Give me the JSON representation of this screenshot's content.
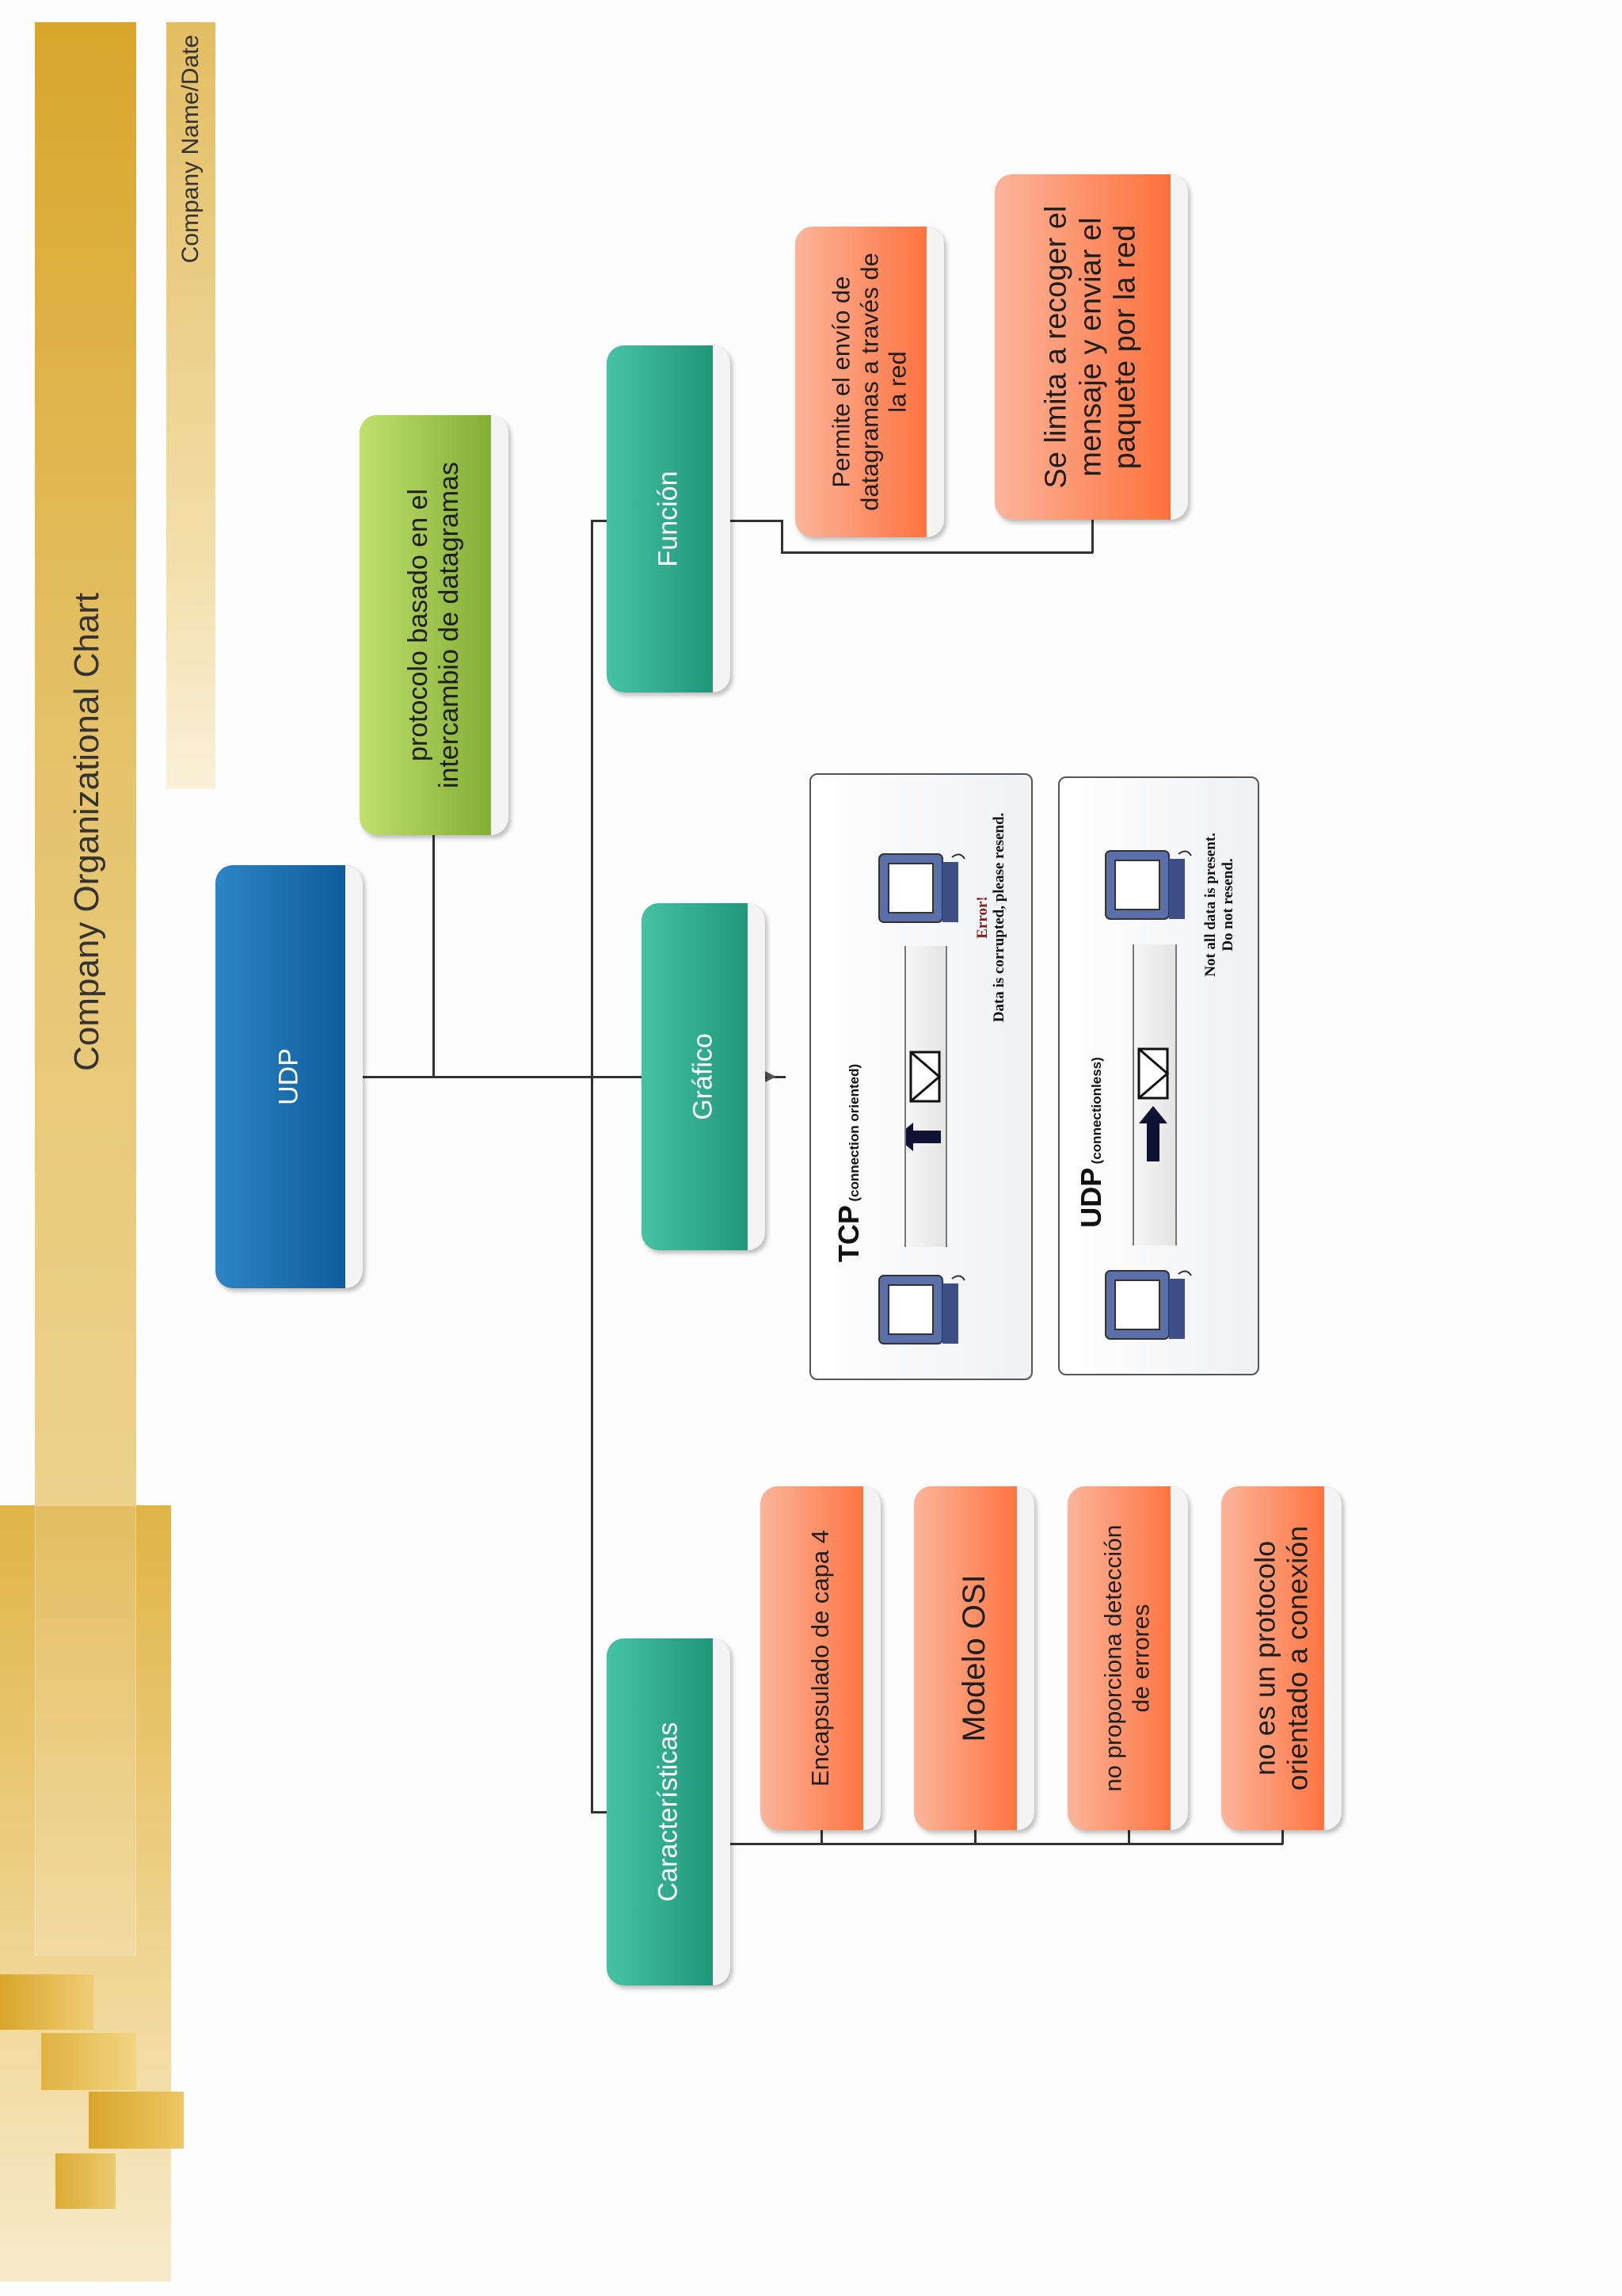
{
  "header": {
    "title": "Company Organizational Chart",
    "company_date": "Company Name/Date"
  },
  "nodes": {
    "root": "UDP",
    "definition": "protocolo basado en el intercambio de datagramas",
    "caracteristicas": "Características",
    "grafico": "Gráfico",
    "funcion": "Función"
  },
  "caracteristicas_items": [
    "Encapsulado de capa 4",
    "Modelo OSI",
    "no proporciona detección de errores",
    "no es un protocolo orientado a conexión"
  ],
  "funcion_items": [
    "Permite el envío de datagramas a través de la red",
    "Se limita a recoger el mensaje y enviar el paquete por la red"
  ],
  "grafico": {
    "tcp": {
      "title": "TCP",
      "subtitle": "(connection oriented)",
      "error_word": "Error!",
      "message": "Data is corrupted, please resend."
    },
    "udp": {
      "title": "UDP",
      "subtitle": "(connectionless)",
      "message_line1": "Not all data is present.",
      "message_line2": "Do not resend."
    }
  },
  "colors": {
    "gold": "#d9a62b",
    "root_blue": "#0a5796",
    "category_green": "#1b8f73",
    "definition_lime": "#7aa82e",
    "item_orange": "#ff6a33"
  },
  "icons": [
    "computer-icon",
    "envelope-icon",
    "arrow-icon"
  ]
}
